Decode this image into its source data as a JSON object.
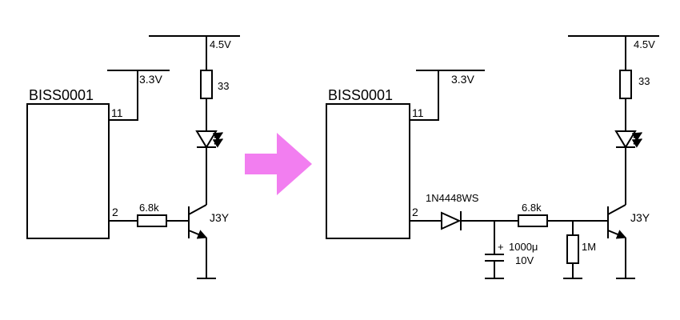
{
  "colors": {
    "arrow": "#F27EF0",
    "line": "#000000",
    "background": "#FFFFFF"
  },
  "left": {
    "ic_name": "BISS0001",
    "pin_top": "11",
    "pin_bottom": "2",
    "vcc_ic": "3.3V",
    "vcc_led": "4.5V",
    "r_led": "33",
    "r_base": "6.8k",
    "transistor": "J3Y"
  },
  "right": {
    "ic_name": "BISS0001",
    "pin_top": "11",
    "pin_bottom": "2",
    "vcc_ic": "3.3V",
    "vcc_led": "4.5V",
    "r_led": "33",
    "diode": "1N4448WS",
    "r_base": "6.8k",
    "cap_value": "1000μ",
    "cap_voltage": "10V",
    "cap_polarity": "+",
    "r_pulldown": "1M",
    "transistor": "J3Y"
  }
}
